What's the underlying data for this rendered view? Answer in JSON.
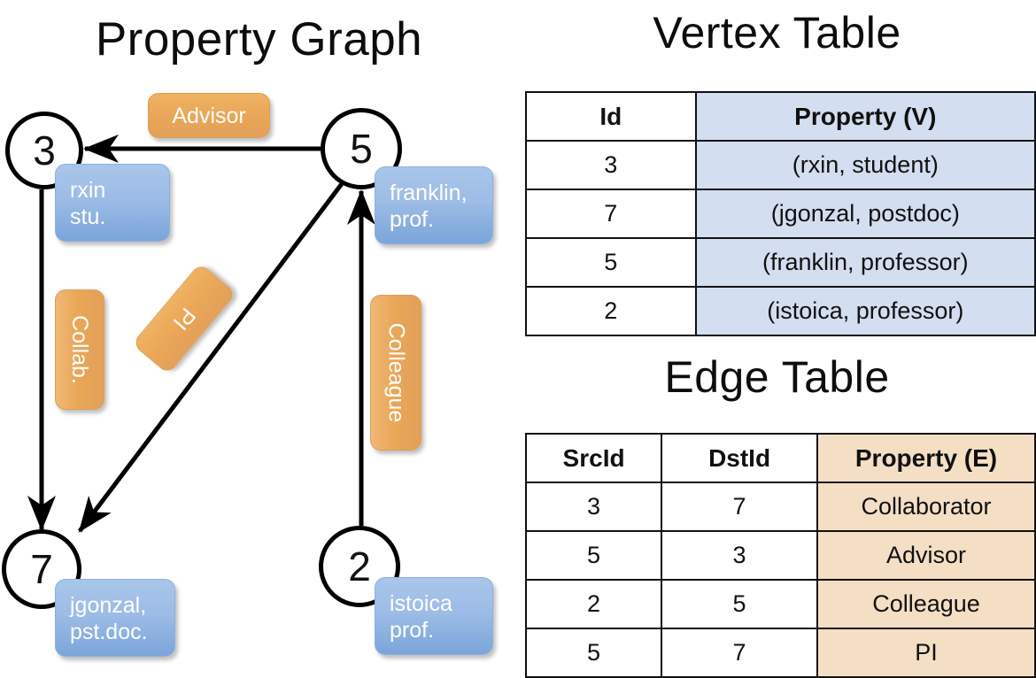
{
  "titles": {
    "graph": "Property Graph",
    "vertex": "Vertex Table",
    "edge": "Edge Table"
  },
  "graph": {
    "nodes": [
      {
        "id": "3",
        "prop_line1": "rxin",
        "prop_line2": "stu."
      },
      {
        "id": "5",
        "prop_line1": "franklin,",
        "prop_line2": "prof."
      },
      {
        "id": "7",
        "prop_line1": "jgonzal,",
        "prop_line2": "pst.doc."
      },
      {
        "id": "2",
        "prop_line1": "istoica",
        "prop_line2": "prof."
      }
    ],
    "edge_labels": [
      {
        "text": "Advisor",
        "orientation": "horizontal"
      },
      {
        "text": "Collab.",
        "orientation": "vertical"
      },
      {
        "text": "PI",
        "orientation": "diagonal"
      },
      {
        "text": "Colleague",
        "orientation": "vertical"
      }
    ]
  },
  "vertex_table": {
    "headers": [
      "Id",
      "Property (V)"
    ],
    "rows": [
      {
        "id": "3",
        "property": "(rxin, student)"
      },
      {
        "id": "7",
        "property": "(jgonzal, postdoc)"
      },
      {
        "id": "5",
        "property": "(franklin, professor)"
      },
      {
        "id": "2",
        "property": "(istoica, professor)"
      }
    ]
  },
  "edge_table": {
    "headers": [
      "SrcId",
      "DstId",
      "Property (E)"
    ],
    "rows": [
      {
        "src": "3",
        "dst": "7",
        "property": "Collaborator"
      },
      {
        "src": "5",
        "dst": "3",
        "property": "Advisor"
      },
      {
        "src": "2",
        "dst": "5",
        "property": "Colleague"
      },
      {
        "src": "5",
        "dst": "7",
        "property": "PI"
      }
    ]
  },
  "colors": {
    "vertex_prop_fill": "#d3def0",
    "edge_prop_fill": "#f4dfc4",
    "node_box_blue": "#9dbce6",
    "edge_label_orange": "#eaa757",
    "stroke": "#000000"
  }
}
